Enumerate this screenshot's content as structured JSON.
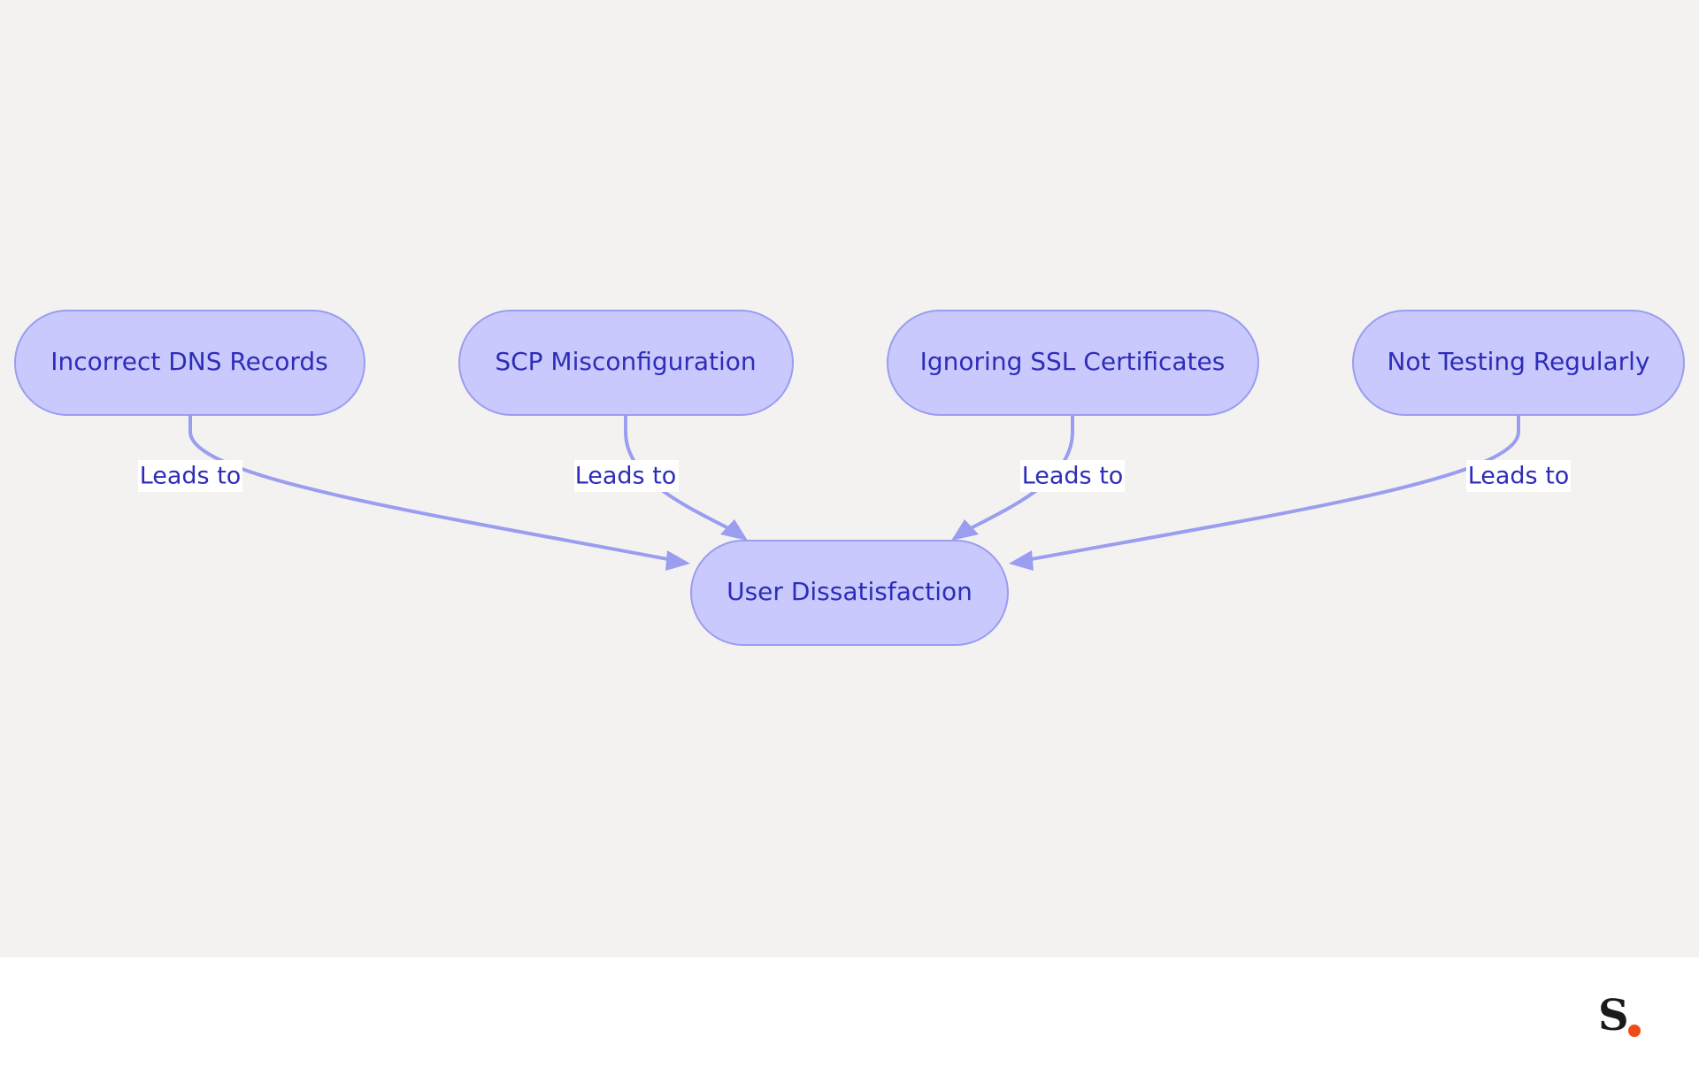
{
  "diagram": {
    "nodes": [
      {
        "id": "dns",
        "label": "Incorrect DNS Records"
      },
      {
        "id": "scp",
        "label": "SCP Misconfiguration"
      },
      {
        "id": "ssl",
        "label": "Ignoring SSL Certificates"
      },
      {
        "id": "test",
        "label": "Not Testing Regularly"
      },
      {
        "id": "user",
        "label": "User Dissatisfaction"
      }
    ],
    "edges": [
      {
        "from": "dns",
        "to": "user",
        "label": "Leads to"
      },
      {
        "from": "scp",
        "to": "user",
        "label": "Leads to"
      },
      {
        "from": "ssl",
        "to": "user",
        "label": "Leads to"
      },
      {
        "from": "test",
        "to": "user",
        "label": "Leads to"
      }
    ]
  },
  "colors": {
    "background": "#f4f2f1",
    "node_fill": "#c9c9fd",
    "node_stroke": "#9a9df0",
    "text": "#2d2db9",
    "logo_dot": "#f04b12"
  },
  "logo": {
    "letter": "S"
  }
}
